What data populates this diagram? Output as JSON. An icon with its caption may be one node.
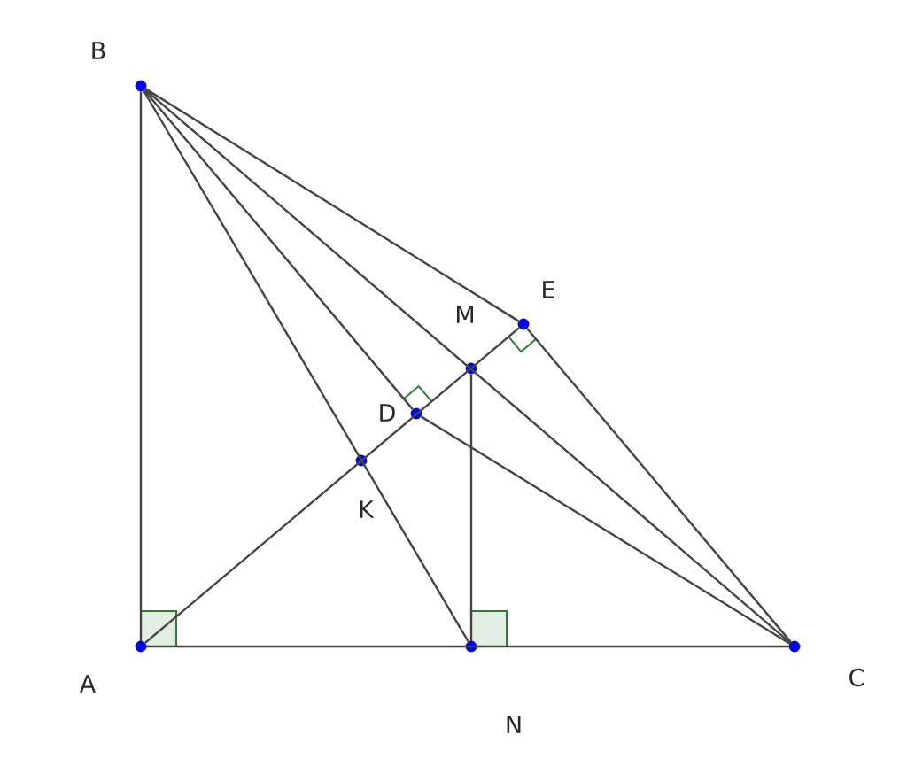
{
  "diagram": {
    "nodes": [
      {
        "text": [],
        "shape": "circle",
        "beside": [
          "A"
        ]
      },
      {
        "text": [],
        "shape": "circle",
        "beside": [
          "B"
        ]
      },
      {
        "text": [],
        "shape": "circle",
        "beside": [
          "C"
        ]
      },
      {
        "text": [],
        "shape": "circle",
        "beside": [
          "N"
        ]
      },
      {
        "text": [],
        "shape": "circle",
        "beside": [
          "M"
        ]
      },
      {
        "text": [],
        "shape": "circle",
        "beside": [
          "D"
        ]
      },
      {
        "text": [],
        "shape": "circle",
        "beside": [
          "E"
        ]
      },
      {
        "text": [],
        "shape": "circle",
        "beside": [
          "K"
        ]
      }
    ],
    "edges": [
      {
        "from": 0,
        "to": 1,
        "arrow": "none"
      },
      {
        "from": 0,
        "to": 2,
        "arrow": "none"
      },
      {
        "from": 1,
        "to": 2,
        "arrow": "none"
      },
      {
        "from": 1,
        "to": 6,
        "arrow": "none"
      },
      {
        "from": 1,
        "to": 5,
        "arrow": "none"
      },
      {
        "from": 1,
        "to": 3,
        "arrow": "none"
      },
      {
        "from": 0,
        "to": 6,
        "arrow": "none"
      },
      {
        "from": 6,
        "to": 2,
        "arrow": "none"
      },
      {
        "from": 5,
        "to": 2,
        "arrow": "none"
      },
      {
        "from": 4,
        "to": 3,
        "arrow": "none"
      }
    ]
  }
}
